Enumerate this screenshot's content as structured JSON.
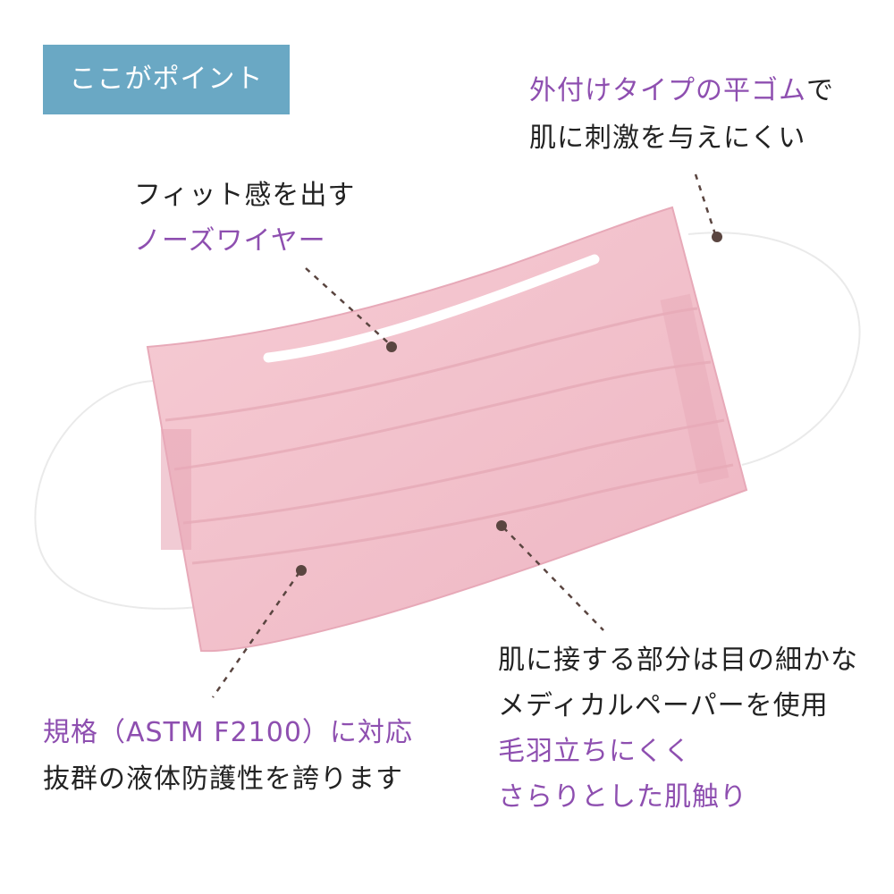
{
  "badge": {
    "label": "ここがポイント"
  },
  "callouts": {
    "strap": {
      "line1_highlight": "外付けタイプの平ゴム",
      "line1_suffix": "で",
      "line2": "肌に刺激を与えにくい"
    },
    "wire": {
      "line1": "フィット感を出す",
      "line2_highlight": "ノーズワイヤー"
    },
    "paper": {
      "line1": "肌に接する部分は目の細かな",
      "line2": "メディカルペーパーを使用",
      "line3_highlight": "毛羽立ちにくく",
      "line4_highlight": "さらりとした肌触り"
    },
    "standard": {
      "line1_highlight": "規格（ASTM F2100）に対応",
      "line2": "抜群の液体防護性を誇ります"
    }
  },
  "colors": {
    "badge": "#6aa8c4",
    "highlight": "#8e4fb0",
    "mask": "#f3c5cf",
    "leader": "#5a4540"
  },
  "icons": {
    "mask": "face-mask-illustration"
  }
}
